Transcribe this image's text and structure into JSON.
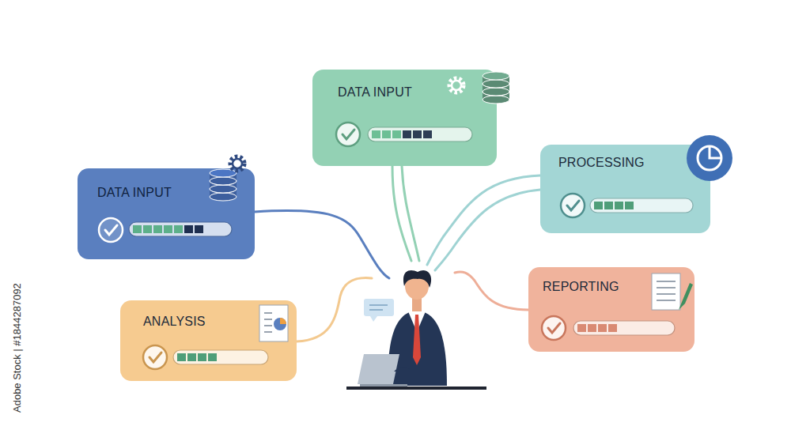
{
  "diagram": {
    "nodes": [
      {
        "text": [
          "DATA INPUT"
        ]
      },
      {
        "text": [
          "PROCESSING"
        ]
      },
      {
        "text": [
          "DATA INPUT"
        ]
      },
      {
        "text": [
          "REPORTING"
        ]
      },
      {
        "text": [
          "ANALYSIS"
        ]
      }
    ],
    "labels": [
      "Adobe Stock | #1844287092"
    ]
  }
}
